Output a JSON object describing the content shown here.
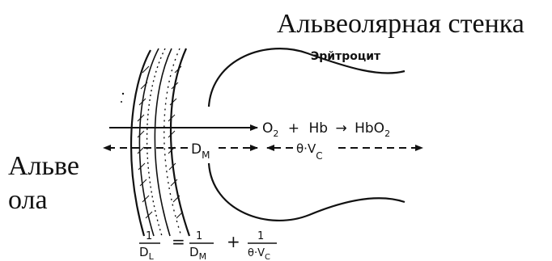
{
  "labels": {
    "alveolar_wall": "Альвеолярная стенка",
    "erythrocyte": "Эрйтроцит",
    "alveola_line1": "Альве",
    "alveola_line2": "ола"
  },
  "reaction": {
    "o2": "O",
    "o2_sub": "2",
    "plus": "+",
    "hb": "Hb",
    "arrow": "→",
    "hbo2": "HbO",
    "hbo2_sub": "2"
  },
  "diffusion": {
    "dm_main": "D",
    "dm_sub": "M",
    "theta_vc": "θ·V",
    "theta_vc_sub": "C"
  },
  "equation": {
    "lhs_num": "1",
    "lhs_den": "D",
    "lhs_den_sub": "L",
    "eq": "=",
    "t1_num": "1",
    "t1_den": "D",
    "t1_den_sub": "M",
    "plus": "+",
    "t2_num": "1",
    "t2_den": "θ·V",
    "t2_den_sub": "C"
  },
  "colors": {
    "ink": "#111111",
    "background": "#ffffff"
  }
}
